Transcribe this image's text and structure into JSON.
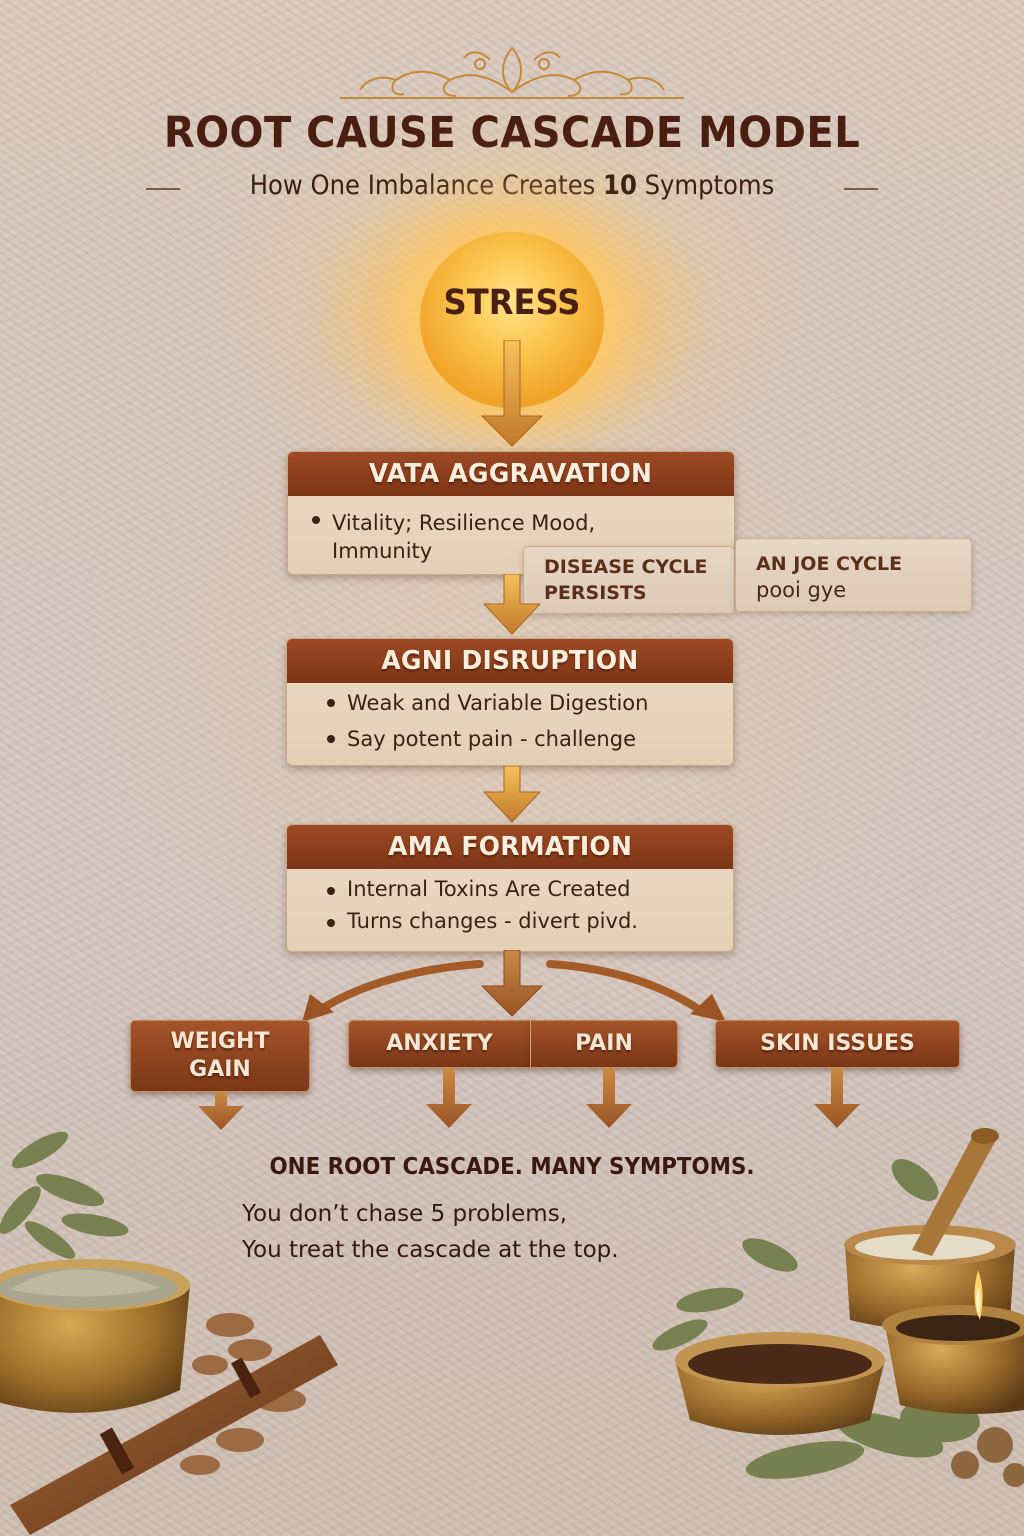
{
  "header": {
    "title": "ROOT CAUSE CASCADE MODEL",
    "subtitle_prefix": "How One Imbalance Creates ",
    "subtitle_number": "10",
    "subtitle_suffix": " Symptoms"
  },
  "root": {
    "label": "STRESS",
    "icon": "sun-icon"
  },
  "stages": [
    {
      "title": "VATA AGGRAVATION",
      "bullets": [
        "Vitality; Resilience   Mood,"
      ],
      "continuation": "Immunity"
    },
    {
      "title": "AGNI DISRUPTION",
      "bullets": [
        "Weak and Variable Digestion",
        "Say potent pain - challenge"
      ]
    },
    {
      "title": "AMA FORMATION",
      "bullets": [
        "Internal Toxins Are Created",
        "Turns changes - divert pivd."
      ]
    }
  ],
  "side_notes": [
    {
      "line1": "DISEASE CYCLE",
      "line2": "PERSISTS"
    },
    {
      "line1": "AN JOE CYCLE",
      "line2": "pooi gye"
    }
  ],
  "symptoms": [
    {
      "label_line1": "WEIGHT",
      "label_line2": "GAIN"
    },
    {
      "label_line1": "ANXIETY"
    },
    {
      "label_line1": "PAIN"
    },
    {
      "label_line1": "SKIN ISSUES"
    }
  ],
  "footer": {
    "tagline": "ONE ROOT CASCADE. MANY SYMPTOMS.",
    "line1": "You don’t chase 5 problems,",
    "line2": "You treat the cascade at the top."
  },
  "colors": {
    "background": "#d4c6bd",
    "header_text": "#4a1f12",
    "card_header": "#8a3d1c",
    "card_body": "#e8d6bf",
    "arrow": "#c9802f",
    "sun": "#f5b43a"
  },
  "decorations": [
    "leaf-icon",
    "herb-bowl-icon",
    "wooden-pestle-icon",
    "mortar-pestle-icon",
    "seed-bowl-icon",
    "oil-lamp-icon"
  ]
}
